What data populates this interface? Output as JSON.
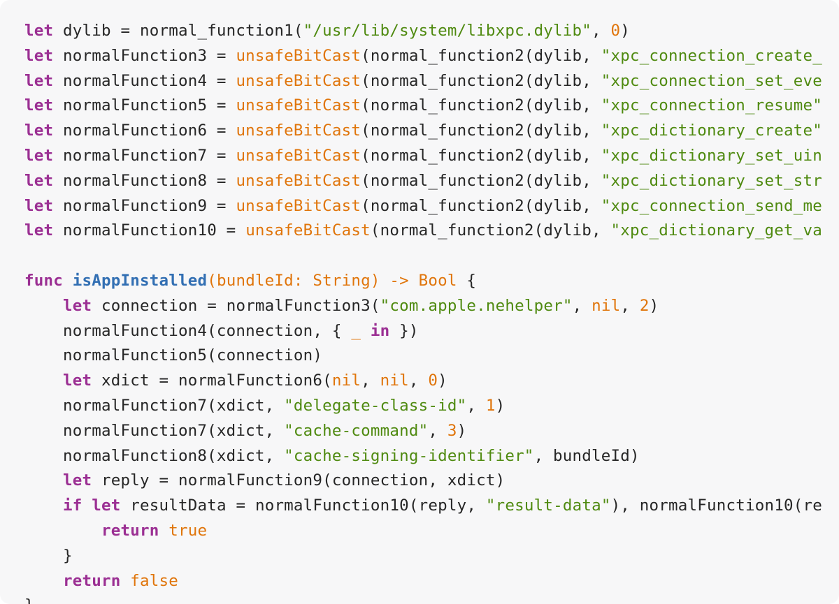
{
  "colors": {
    "background": "#ffffff",
    "panel": "#f7f7f8",
    "text": "#262626",
    "keyword": "#9b2f93",
    "call": "#e0750b",
    "string": "#4f8a10",
    "number": "#e0750b",
    "function_name": "#326fb3"
  },
  "code": {
    "language": "swift",
    "lines": [
      {
        "tokens": [
          {
            "t": "keyword",
            "v": "let"
          },
          {
            "t": "plain",
            "v": " dylib = normal_function1("
          },
          {
            "t": "string",
            "v": "\"/usr/lib/system/libxpc.dylib\""
          },
          {
            "t": "plain",
            "v": ", "
          },
          {
            "t": "number",
            "v": "0"
          },
          {
            "t": "plain",
            "v": ")"
          }
        ]
      },
      {
        "tokens": [
          {
            "t": "keyword",
            "v": "let"
          },
          {
            "t": "plain",
            "v": " normalFunction3 = "
          },
          {
            "t": "call",
            "v": "unsafeBitCast"
          },
          {
            "t": "plain",
            "v": "(normal_function2(dylib, "
          },
          {
            "t": "string",
            "v": "\"xpc_connection_create_"
          }
        ]
      },
      {
        "tokens": [
          {
            "t": "keyword",
            "v": "let"
          },
          {
            "t": "plain",
            "v": " normalFunction4 = "
          },
          {
            "t": "call",
            "v": "unsafeBitCast"
          },
          {
            "t": "plain",
            "v": "(normal_function2(dylib, "
          },
          {
            "t": "string",
            "v": "\"xpc_connection_set_eve"
          }
        ]
      },
      {
        "tokens": [
          {
            "t": "keyword",
            "v": "let"
          },
          {
            "t": "plain",
            "v": " normalFunction5 = "
          },
          {
            "t": "call",
            "v": "unsafeBitCast"
          },
          {
            "t": "plain",
            "v": "(normal_function2(dylib, "
          },
          {
            "t": "string",
            "v": "\"xpc_connection_resume\""
          }
        ]
      },
      {
        "tokens": [
          {
            "t": "keyword",
            "v": "let"
          },
          {
            "t": "plain",
            "v": " normalFunction6 = "
          },
          {
            "t": "call",
            "v": "unsafeBitCast"
          },
          {
            "t": "plain",
            "v": "(normal_function2(dylib, "
          },
          {
            "t": "string",
            "v": "\"xpc_dictionary_create\""
          }
        ]
      },
      {
        "tokens": [
          {
            "t": "keyword",
            "v": "let"
          },
          {
            "t": "plain",
            "v": " normalFunction7 = "
          },
          {
            "t": "call",
            "v": "unsafeBitCast"
          },
          {
            "t": "plain",
            "v": "(normal_function2(dylib, "
          },
          {
            "t": "string",
            "v": "\"xpc_dictionary_set_uin"
          }
        ]
      },
      {
        "tokens": [
          {
            "t": "keyword",
            "v": "let"
          },
          {
            "t": "plain",
            "v": " normalFunction8 = "
          },
          {
            "t": "call",
            "v": "unsafeBitCast"
          },
          {
            "t": "plain",
            "v": "(normal_function2(dylib, "
          },
          {
            "t": "string",
            "v": "\"xpc_dictionary_set_str"
          }
        ]
      },
      {
        "tokens": [
          {
            "t": "keyword",
            "v": "let"
          },
          {
            "t": "plain",
            "v": " normalFunction9 = "
          },
          {
            "t": "call",
            "v": "unsafeBitCast"
          },
          {
            "t": "plain",
            "v": "(normal_function2(dylib, "
          },
          {
            "t": "string",
            "v": "\"xpc_connection_send_me"
          }
        ]
      },
      {
        "tokens": [
          {
            "t": "keyword",
            "v": "let"
          },
          {
            "t": "plain",
            "v": " normalFunction10 = "
          },
          {
            "t": "call",
            "v": "unsafeBitCast"
          },
          {
            "t": "plain",
            "v": "(normal_function2(dylib, "
          },
          {
            "t": "string",
            "v": "\"xpc_dictionary_get_va"
          }
        ]
      },
      {
        "tokens": []
      },
      {
        "tokens": [
          {
            "t": "keyword",
            "v": "func"
          },
          {
            "t": "plain",
            "v": " "
          },
          {
            "t": "funcname",
            "v": "isAppInstalled"
          },
          {
            "t": "type",
            "v": "(bundleId: String) -> Bool"
          },
          {
            "t": "plain",
            "v": " {"
          }
        ]
      },
      {
        "tokens": [
          {
            "t": "plain",
            "v": "    "
          },
          {
            "t": "keyword",
            "v": "let"
          },
          {
            "t": "plain",
            "v": " connection = normalFunction3("
          },
          {
            "t": "string",
            "v": "\"com.apple.nehelper\""
          },
          {
            "t": "plain",
            "v": ", "
          },
          {
            "t": "literal",
            "v": "nil"
          },
          {
            "t": "plain",
            "v": ", "
          },
          {
            "t": "number",
            "v": "2"
          },
          {
            "t": "plain",
            "v": ")"
          }
        ]
      },
      {
        "tokens": [
          {
            "t": "plain",
            "v": "    normalFunction4(connection, { "
          },
          {
            "t": "literal",
            "v": "_"
          },
          {
            "t": "plain",
            "v": " "
          },
          {
            "t": "keyword",
            "v": "in"
          },
          {
            "t": "plain",
            "v": " })"
          }
        ]
      },
      {
        "tokens": [
          {
            "t": "plain",
            "v": "    normalFunction5(connection)"
          }
        ]
      },
      {
        "tokens": [
          {
            "t": "plain",
            "v": "    "
          },
          {
            "t": "keyword",
            "v": "let"
          },
          {
            "t": "plain",
            "v": " xdict = normalFunction6("
          },
          {
            "t": "literal",
            "v": "nil"
          },
          {
            "t": "plain",
            "v": ", "
          },
          {
            "t": "literal",
            "v": "nil"
          },
          {
            "t": "plain",
            "v": ", "
          },
          {
            "t": "number",
            "v": "0"
          },
          {
            "t": "plain",
            "v": ")"
          }
        ]
      },
      {
        "tokens": [
          {
            "t": "plain",
            "v": "    normalFunction7(xdict, "
          },
          {
            "t": "string",
            "v": "\"delegate-class-id\""
          },
          {
            "t": "plain",
            "v": ", "
          },
          {
            "t": "number",
            "v": "1"
          },
          {
            "t": "plain",
            "v": ")"
          }
        ]
      },
      {
        "tokens": [
          {
            "t": "plain",
            "v": "    normalFunction7(xdict, "
          },
          {
            "t": "string",
            "v": "\"cache-command\""
          },
          {
            "t": "plain",
            "v": ", "
          },
          {
            "t": "number",
            "v": "3"
          },
          {
            "t": "plain",
            "v": ")"
          }
        ]
      },
      {
        "tokens": [
          {
            "t": "plain",
            "v": "    normalFunction8(xdict, "
          },
          {
            "t": "string",
            "v": "\"cache-signing-identifier\""
          },
          {
            "t": "plain",
            "v": ", bundleId)"
          }
        ]
      },
      {
        "tokens": [
          {
            "t": "plain",
            "v": "    "
          },
          {
            "t": "keyword",
            "v": "let"
          },
          {
            "t": "plain",
            "v": " reply = normalFunction9(connection, xdict)"
          }
        ]
      },
      {
        "tokens": [
          {
            "t": "plain",
            "v": "    "
          },
          {
            "t": "keyword",
            "v": "if"
          },
          {
            "t": "plain",
            "v": " "
          },
          {
            "t": "keyword",
            "v": "let"
          },
          {
            "t": "plain",
            "v": " resultData = normalFunction10(reply, "
          },
          {
            "t": "string",
            "v": "\"result-data\""
          },
          {
            "t": "plain",
            "v": "), normalFunction10(re"
          }
        ]
      },
      {
        "tokens": [
          {
            "t": "plain",
            "v": "        "
          },
          {
            "t": "keyword",
            "v": "return"
          },
          {
            "t": "plain",
            "v": " "
          },
          {
            "t": "literal",
            "v": "true"
          }
        ]
      },
      {
        "tokens": [
          {
            "t": "plain",
            "v": "    }"
          }
        ]
      },
      {
        "tokens": [
          {
            "t": "plain",
            "v": "    "
          },
          {
            "t": "keyword",
            "v": "return"
          },
          {
            "t": "plain",
            "v": " "
          },
          {
            "t": "literal",
            "v": "false"
          }
        ]
      },
      {
        "tokens": [
          {
            "t": "plain",
            "v": "}"
          }
        ]
      }
    ]
  }
}
